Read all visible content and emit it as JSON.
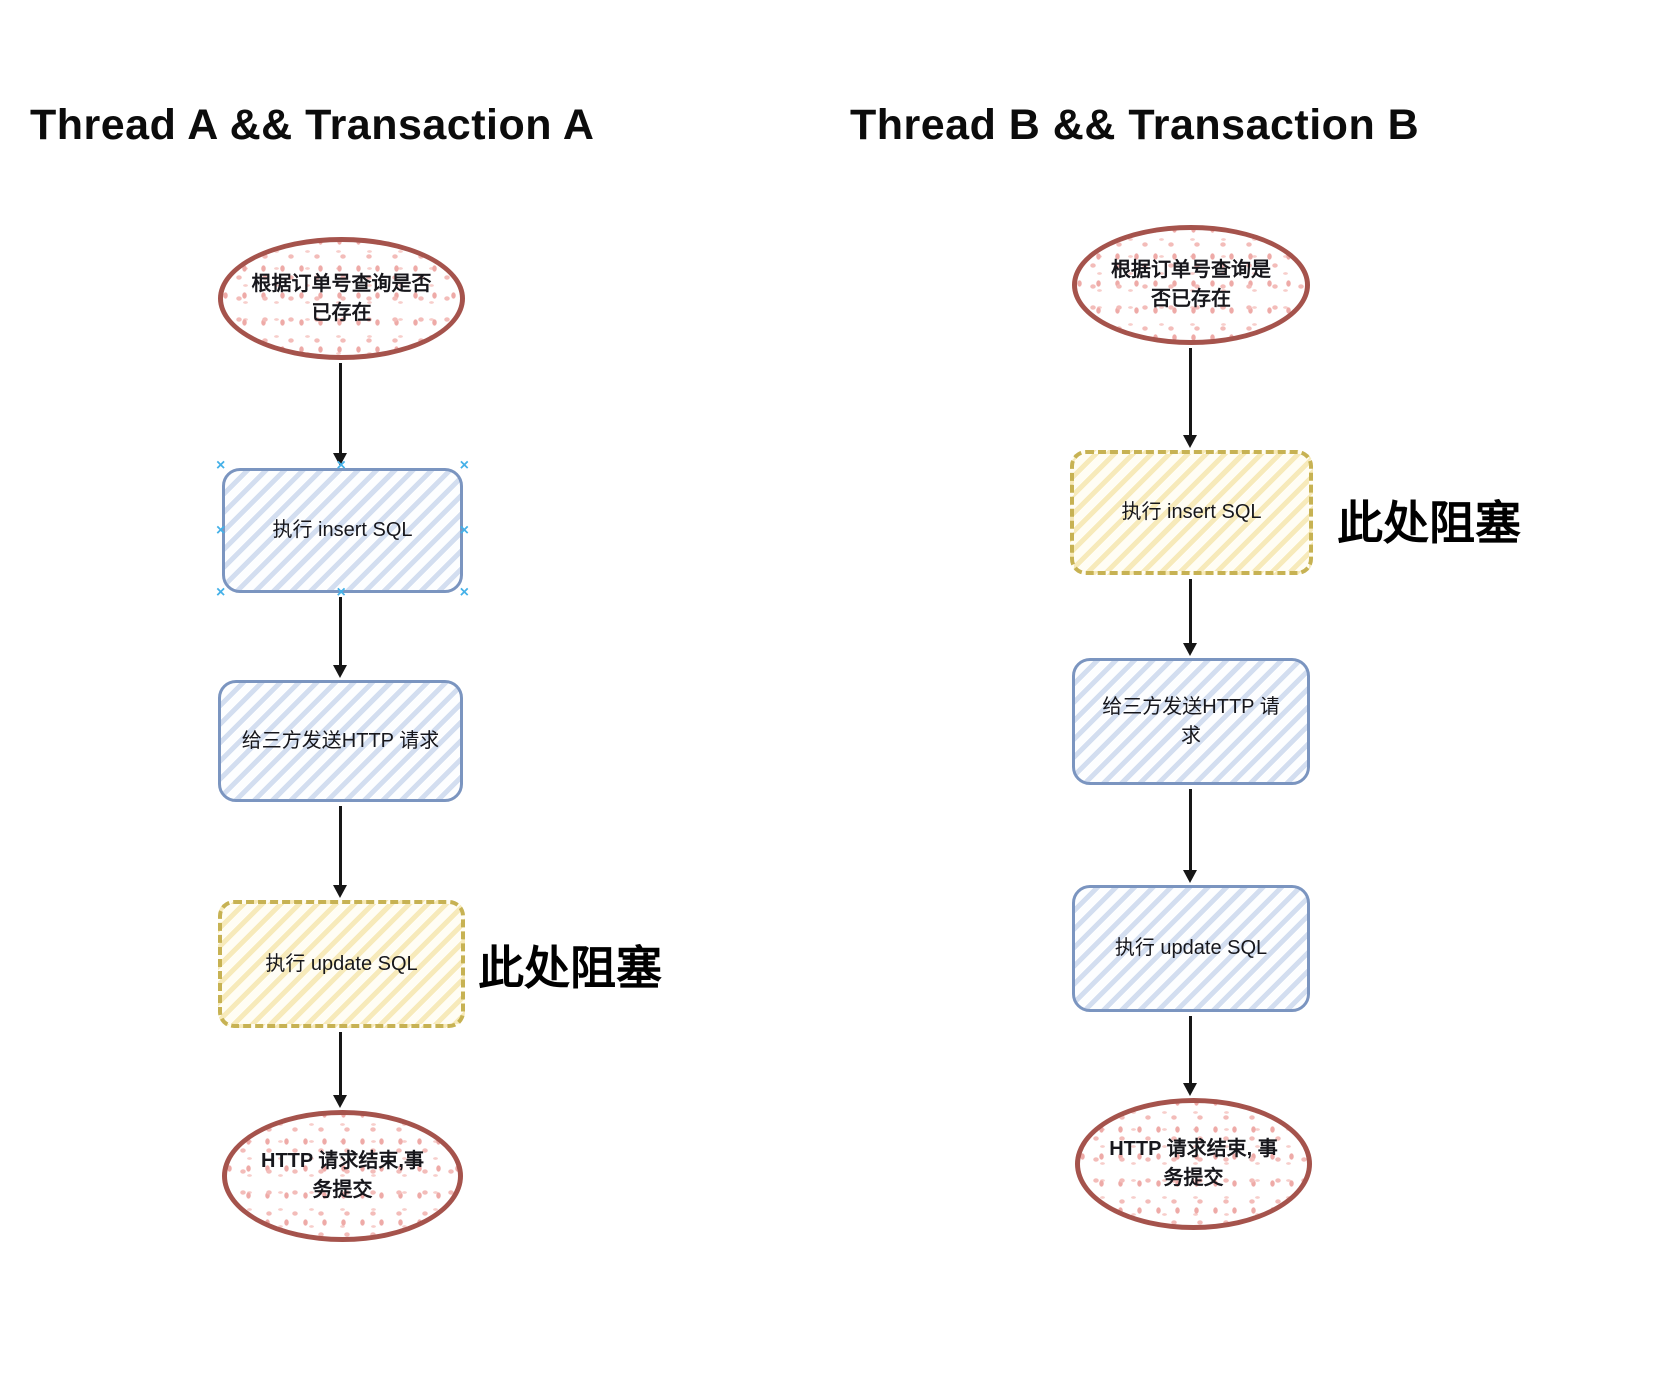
{
  "columns": [
    {
      "title": "Thread A && Transaction A",
      "nodes": [
        {
          "type": "ellipse",
          "label": "根据订单号查询是否已存在"
        },
        {
          "type": "rect-blue",
          "label": "执行 insert SQL",
          "selected": true
        },
        {
          "type": "rect-blue",
          "label": "给三方发送HTTP 请求"
        },
        {
          "type": "rect-yellow",
          "label": "执行 update SQL",
          "annotation": "此处阻塞"
        },
        {
          "type": "ellipse",
          "label": "HTTP 请求结束,事务提交"
        }
      ]
    },
    {
      "title": "Thread B && Transaction B",
      "nodes": [
        {
          "type": "ellipse",
          "label": "根据订单号查询是否已存在"
        },
        {
          "type": "rect-yellow",
          "label": "执行 insert SQL",
          "annotation": "此处阻塞"
        },
        {
          "type": "rect-blue",
          "label": "给三方发送HTTP 请求"
        },
        {
          "type": "rect-blue",
          "label": "执行 update SQL"
        },
        {
          "type": "ellipse",
          "label": "HTTP 请求结束, 事务提交"
        }
      ]
    }
  ],
  "decor": {
    "handle_glyph": "×"
  },
  "colors": {
    "ellipse_border": "#a5534c",
    "ellipse_speckle": "#f3bcb9",
    "blue_border": "#7b95c0",
    "blue_stripe": "#8eaad7",
    "yellow_border": "#c7b253",
    "yellow_stripe": "#f0db8a",
    "arrow": "#161616",
    "annotation_text": "#000000",
    "selection_handle": "#45b1e8"
  }
}
